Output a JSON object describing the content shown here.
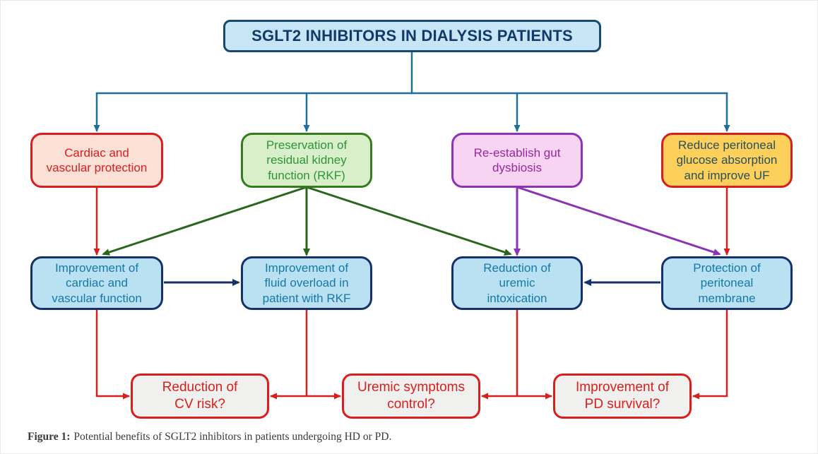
{
  "title": {
    "text": "SGLT2 INHIBITORS IN DIALYSIS PATIENTS"
  },
  "row1": {
    "boxes": [
      {
        "id": "cardiac-protection",
        "label": "Cardiac and\nvascular protection"
      },
      {
        "id": "rkf-preservation",
        "label": "Preservation of\nresidual kidney\nfunction (RKF)"
      },
      {
        "id": "gut-dysbiosis",
        "label": "Re-establish gut\ndysbiosis"
      },
      {
        "id": "glucose-absorption",
        "label": "Reduce peritoneal\nglucose absorption\nand improve UF"
      }
    ]
  },
  "row2": {
    "boxes": [
      {
        "id": "cardiac-function",
        "label": "Improvement of\ncardiac and\nvascular function"
      },
      {
        "id": "fluid-overload",
        "label": "Improvement of\nfluid overload in\npatient with RKF"
      },
      {
        "id": "uremic-intoxication",
        "label": "Reduction of\nuremic\nintoxication"
      },
      {
        "id": "peritoneal-membrane",
        "label": "Protection of\nperitoneal\nmembrane"
      }
    ]
  },
  "row3": {
    "boxes": [
      {
        "id": "cv-risk",
        "label": "Reduction of\nCV risk?"
      },
      {
        "id": "uremic-control",
        "label": "Uremic symptoms\ncontrol?"
      },
      {
        "id": "pd-survival",
        "label": "Improvement of\nPD survival?"
      }
    ]
  },
  "caption": {
    "label": "Figure 1:",
    "text": "Potential benefits of SGLT2 inhibitors in patients undergoing HD or PD."
  },
  "connections": [
    {
      "from": "title",
      "to": "cardiac-protection",
      "color": "teal"
    },
    {
      "from": "title",
      "to": "rkf-preservation",
      "color": "teal"
    },
    {
      "from": "title",
      "to": "gut-dysbiosis",
      "color": "teal"
    },
    {
      "from": "title",
      "to": "glucose-absorption",
      "color": "teal"
    },
    {
      "from": "cardiac-protection",
      "to": "cardiac-function",
      "color": "red"
    },
    {
      "from": "rkf-preservation",
      "to": "cardiac-function",
      "color": "green"
    },
    {
      "from": "rkf-preservation",
      "to": "fluid-overload",
      "color": "green"
    },
    {
      "from": "rkf-preservation",
      "to": "uremic-intoxication",
      "color": "green"
    },
    {
      "from": "gut-dysbiosis",
      "to": "uremic-intoxication",
      "color": "purple"
    },
    {
      "from": "gut-dysbiosis",
      "to": "peritoneal-membrane",
      "color": "purple"
    },
    {
      "from": "glucose-absorption",
      "to": "peritoneal-membrane",
      "color": "red"
    },
    {
      "from": "cardiac-function",
      "to": "fluid-overload",
      "color": "navy"
    },
    {
      "from": "peritoneal-membrane",
      "to": "uremic-intoxication",
      "color": "navy"
    },
    {
      "from": "cardiac-function",
      "to": "cv-risk",
      "color": "red"
    },
    {
      "from": "fluid-overload",
      "to": "cv-risk",
      "color": "red"
    },
    {
      "from": "fluid-overload",
      "to": "uremic-control",
      "color": "red"
    },
    {
      "from": "uremic-intoxication",
      "to": "uremic-control",
      "color": "red"
    },
    {
      "from": "uremic-intoxication",
      "to": "pd-survival",
      "color": "red"
    },
    {
      "from": "peritoneal-membrane",
      "to": "pd-survival",
      "color": "red"
    }
  ],
  "colors": {
    "teal_arrow": "#1F6F99",
    "red": "#D71F1E",
    "green_arrow": "#2B661C",
    "purple": "#8C34B4",
    "navy_arrow": "#14316B",
    "title_fill": "#C7E5F5",
    "title_text": "#113A68",
    "blue_box_fill": "#B9E1F2",
    "blue_box_text": "#1779A8",
    "salmon_fill": "#FBE0D5",
    "green_fill": "#D8EFCA",
    "green_text": "#2F9437",
    "pink_fill": "#F8D4F3",
    "purple_text": "#98269E",
    "yellow_fill": "#FCD05A",
    "yellow_box_text": "#28505C",
    "outcome_fill": "#F0F0EF",
    "caption_text": "#3A3A3A"
  }
}
